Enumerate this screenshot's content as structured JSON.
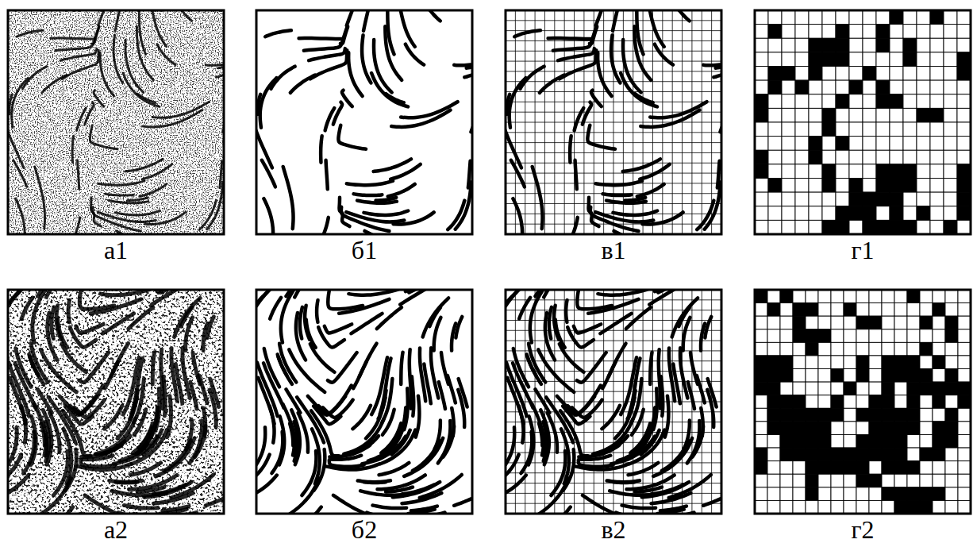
{
  "diagram": {
    "labels": [
      "а1",
      "б1",
      "в1",
      "г1",
      "а2",
      "б2",
      "в2",
      "г2"
    ]
  }
}
